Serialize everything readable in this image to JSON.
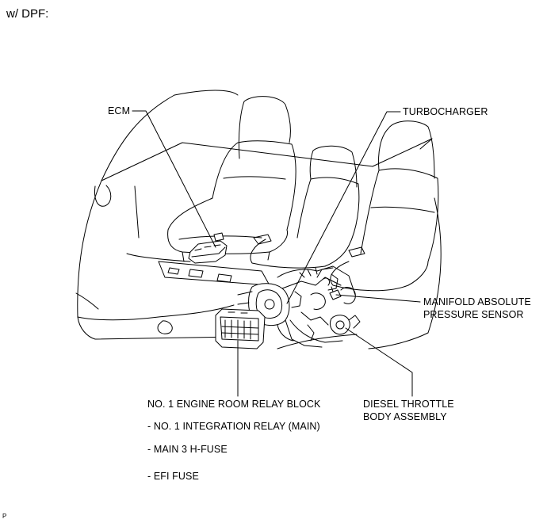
{
  "header": {
    "title": "w/ DPF:"
  },
  "labels": {
    "ecm": "ECM",
    "turbocharger": "TURBOCHARGER",
    "map_sensor_line1": "MANIFOLD ABSOLUTE",
    "map_sensor_line2": "PRESSURE SENSOR",
    "throttle_line1": "DIESEL THROTTLE",
    "throttle_line2": "BODY ASSEMBLY",
    "relay_block": "NO. 1 ENGINE ROOM RELAY BLOCK",
    "relay_items": [
      "- NO. 1 INTEGRATION RELAY (MAIN)",
      "- MAIN 3 H-FUSE",
      "- EFI FUSE"
    ]
  },
  "footer": {
    "code": "P"
  }
}
